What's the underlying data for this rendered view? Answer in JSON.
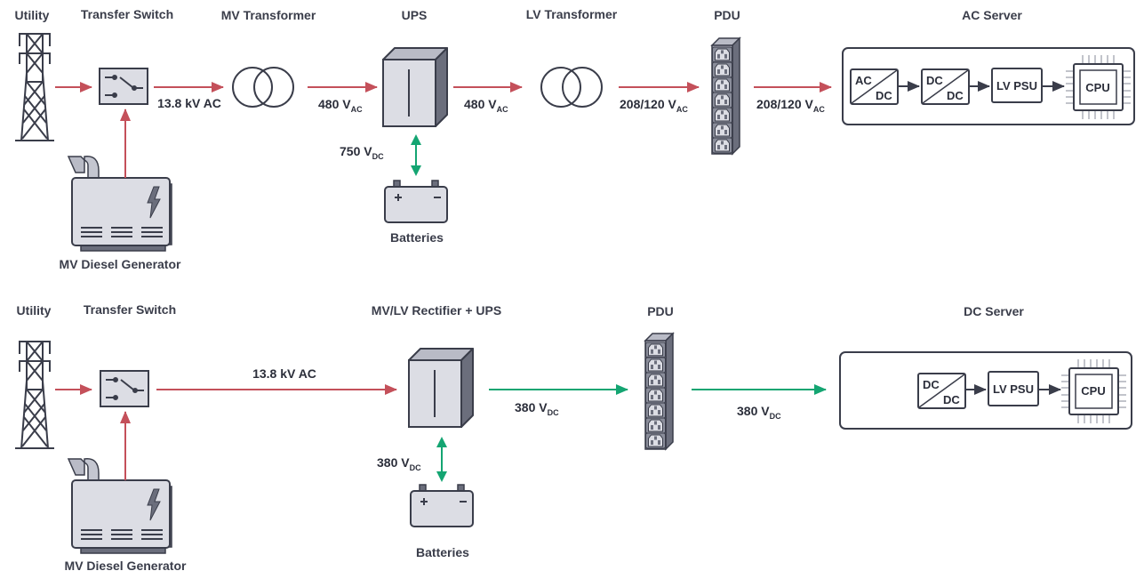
{
  "colors": {
    "ac_line": "#c4505a",
    "dc_line": "#14a572",
    "outline": "#3a3d4a",
    "fill_light": "#dcdde4",
    "fill_mid": "#b9bbc6",
    "fill_dark": "#6b6e7c"
  },
  "ac_system": {
    "labels": {
      "utility": "Utility",
      "transfer_switch": "Transfer Switch",
      "mv_transformer": "MV Transformer",
      "ups": "UPS",
      "lv_transformer": "LV Transformer",
      "pdu": "PDU",
      "server": "AC Server",
      "generator": "MV Diesel Generator",
      "batteries": "Batteries"
    },
    "voltages": {
      "switch_out": "13.8 kV AC",
      "mv_out": {
        "value": "480 V",
        "sub": "AC"
      },
      "ups_out": {
        "value": "480 V",
        "sub": "AC"
      },
      "battery": {
        "value": "750 V",
        "sub": "DC"
      },
      "lv_out": {
        "value": "208/120 V",
        "sub": "AC"
      },
      "pdu_out": {
        "value": "208/120 V",
        "sub": "AC"
      }
    },
    "server_blocks": [
      {
        "top": "AC",
        "bottom": "DC"
      },
      {
        "top": "DC",
        "bottom": "DC"
      },
      {
        "label": "LV PSU"
      },
      {
        "label": "CPU"
      }
    ]
  },
  "dc_system": {
    "labels": {
      "utility": "Utility",
      "transfer_switch": "Transfer Switch",
      "rectifier": "MV/LV Rectifier + UPS",
      "pdu": "PDU",
      "server": "DC Server",
      "generator": "MV Diesel Generator",
      "batteries": "Batteries"
    },
    "voltages": {
      "switch_out": "13.8 kV AC",
      "rect_out": {
        "value": "380 V",
        "sub": "DC"
      },
      "battery": {
        "value": "380 V",
        "sub": "DC"
      },
      "pdu_out": {
        "value": "380 V",
        "sub": "DC"
      }
    },
    "server_blocks": [
      {
        "top": "DC",
        "bottom": "DC"
      },
      {
        "label": "LV PSU"
      },
      {
        "label": "CPU"
      }
    ]
  }
}
